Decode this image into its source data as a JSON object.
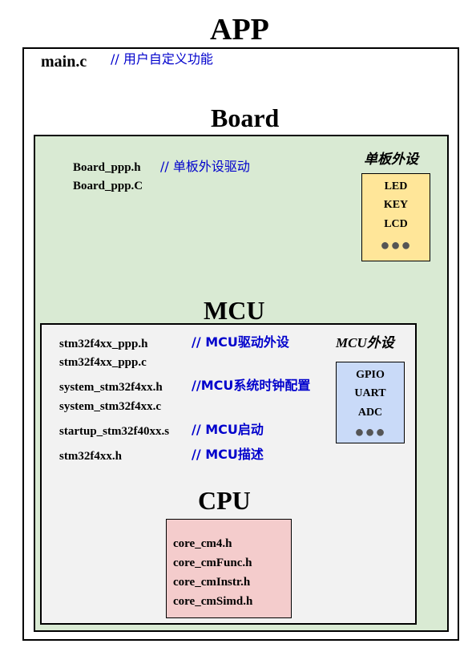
{
  "app": {
    "title": "APP",
    "main_file": "main.c",
    "main_comment": "// 用户自定义功能"
  },
  "board": {
    "title": "Board",
    "files": [
      "Board_ppp.h",
      "Board_ppp.C"
    ],
    "comment": "// 单板外设驱动",
    "peripherals_title": "单板外设",
    "peripherals": [
      "LED",
      "KEY",
      "LCD",
      "●●●"
    ]
  },
  "mcu": {
    "title": "MCU",
    "groups": [
      {
        "files": [
          "stm32f4xx_ppp.h",
          "stm32f4xx_ppp.c"
        ],
        "comment": "// MCU驱动外设"
      },
      {
        "files": [
          "system_stm32f4xx.h",
          "system_stm32f4xx.c"
        ],
        "comment": "//MCU系统时钟配置"
      },
      {
        "files": [
          "startup_stm32f40xx.s"
        ],
        "comment": "// MCU启动"
      },
      {
        "files": [
          "stm32f4xx.h"
        ],
        "comment": "// MCU描述"
      }
    ],
    "peripherals_title": "MCU外设",
    "peripherals": [
      "GPIO",
      "UART",
      "ADC",
      "●●●"
    ]
  },
  "cpu": {
    "title": "CPU",
    "files": [
      "core_cm4.h",
      "core_cmFunc.h",
      "core_cmInstr.h",
      "core_cmSimd.h"
    ]
  },
  "colors": {
    "board_bg": "#d9ead3",
    "mcu_bg": "#f2f2f2",
    "board_peripheral_bg": "#ffe699",
    "mcu_peripheral_bg": "#c9daf8",
    "cpu_bg": "#f4cccc",
    "comment": "#0000cc"
  }
}
